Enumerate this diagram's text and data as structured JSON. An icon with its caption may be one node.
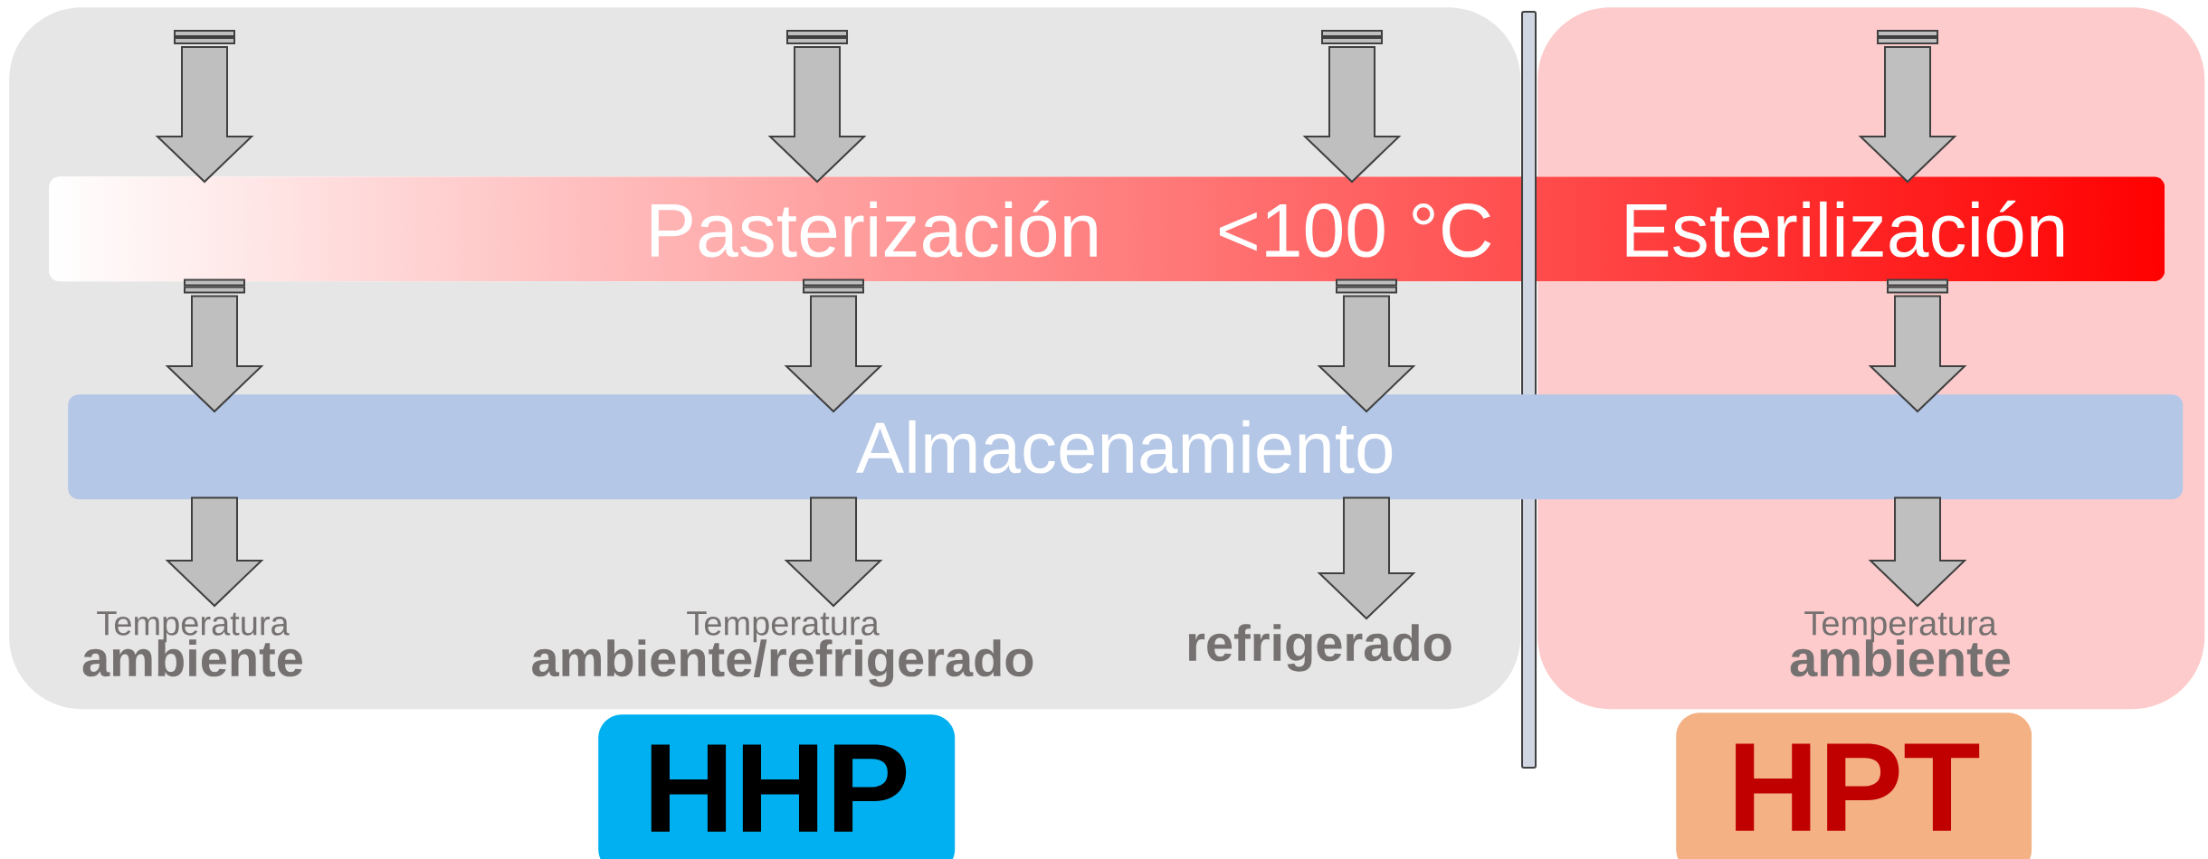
{
  "diagram": {
    "nodes": [
      {
        "text": [],
        "shape": "box"
      },
      {
        "text": [],
        "shape": "box"
      },
      {
        "text": [
          "Pasterización",
          "<100 °C",
          "Esterilización"
        ]
      },
      {
        "text": [
          "Almacenamiento"
        ]
      },
      {
        "text": [
          "Temperatura",
          "ambiente"
        ],
        "in": 0
      },
      {
        "text": [
          "Temperatura",
          "ambiente/refrigerado"
        ],
        "in": 0
      },
      {
        "text": [
          "refrigerado"
        ],
        "in": 0
      },
      {
        "text": [
          "Temperatura",
          "ambiente"
        ],
        "in": 1
      },
      {
        "text": [
          "HHP"
        ]
      },
      {
        "text": [
          "HPT"
        ]
      },
      {
        "text": [],
        "shape": "bar"
      }
    ],
    "edges": [
      {
        "from": null,
        "to": 2,
        "arrow": "to"
      },
      {
        "from": null,
        "to": 2,
        "arrow": "to"
      },
      {
        "from": null,
        "to": 2,
        "arrow": "to"
      },
      {
        "from": null,
        "to": 2,
        "arrow": "to"
      },
      {
        "from": 2,
        "to": 3,
        "arrow": "to"
      },
      {
        "from": 2,
        "to": 3,
        "arrow": "to"
      },
      {
        "from": 2,
        "to": 3,
        "arrow": "to"
      },
      {
        "from": 2,
        "to": 3,
        "arrow": "to"
      },
      {
        "from": 3,
        "to": 4,
        "arrow": "to"
      },
      {
        "from": 3,
        "to": 5,
        "arrow": "to"
      },
      {
        "from": 3,
        "to": 6,
        "arrow": "to"
      },
      {
        "from": 3,
        "to": 7,
        "arrow": "to"
      }
    ]
  }
}
